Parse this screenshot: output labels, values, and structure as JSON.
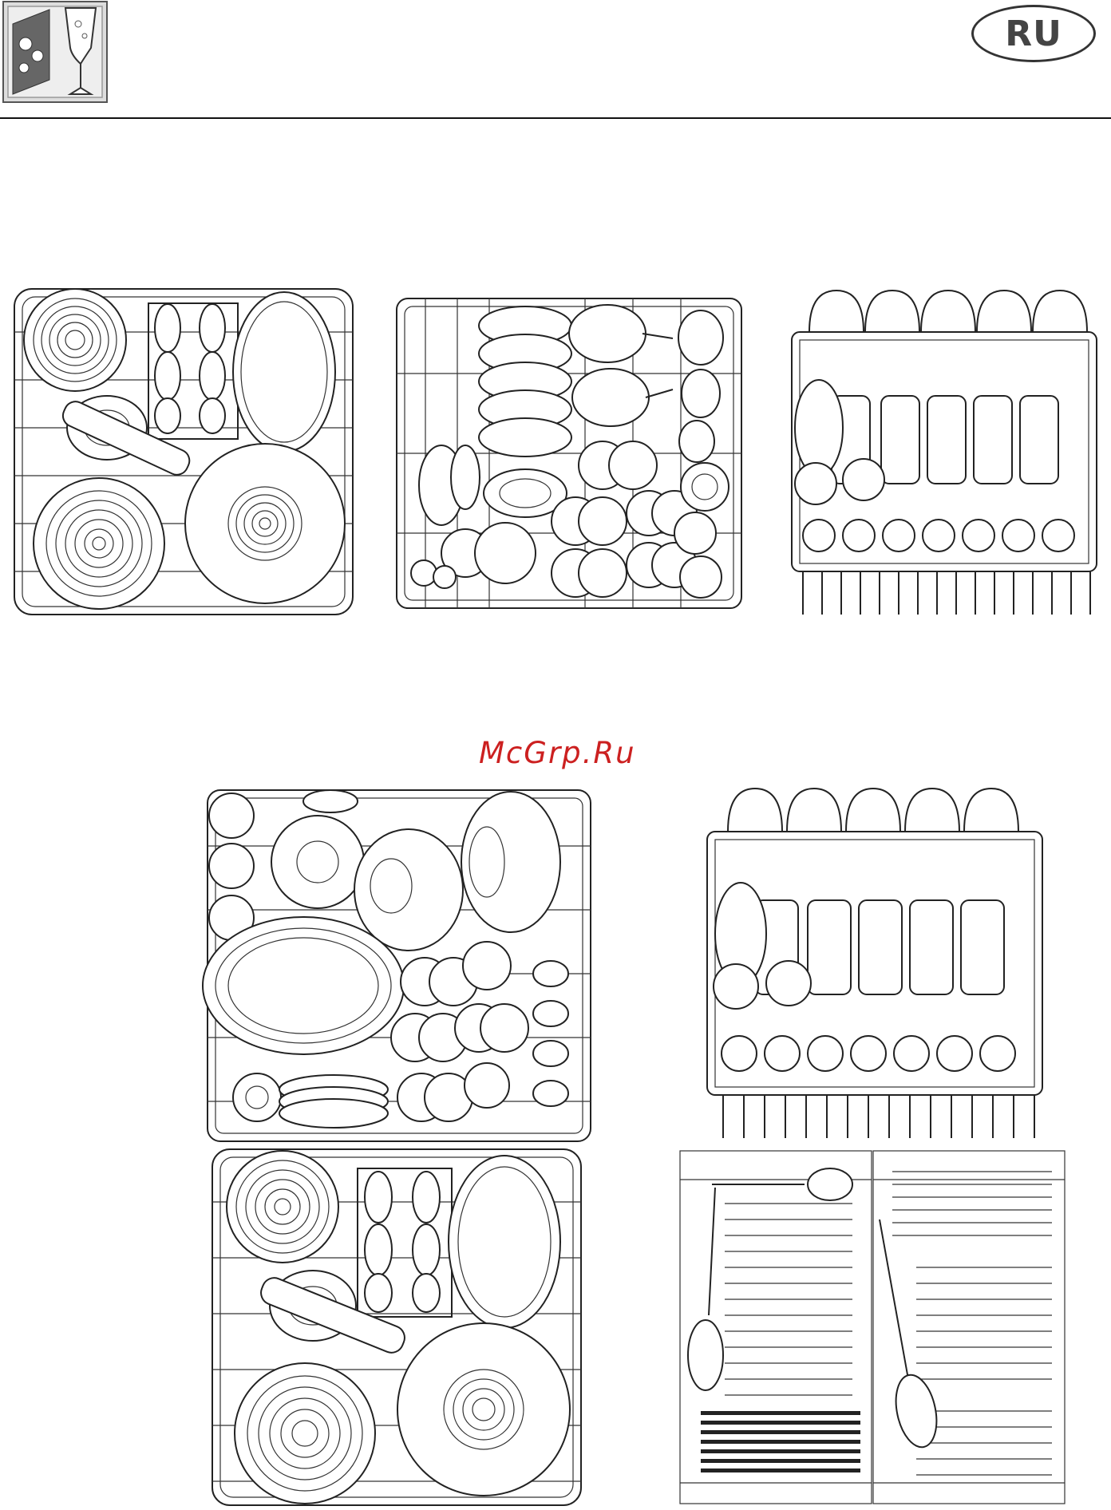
{
  "header": {
    "logo_icon": "dishwasher-glass-icon",
    "lang_code": "RU"
  },
  "watermark": {
    "text": "McGrp.Ru"
  },
  "figures": [
    {
      "name": "lower-basket-pots"
    },
    {
      "name": "lower-basket-plates-glasses"
    },
    {
      "name": "upper-basket-cups"
    },
    {
      "name": "lower-basket-mixed-load"
    },
    {
      "name": "upper-basket-cups-glasses"
    },
    {
      "name": "lower-basket-pots-pans"
    },
    {
      "name": "cutlery-tray"
    }
  ]
}
